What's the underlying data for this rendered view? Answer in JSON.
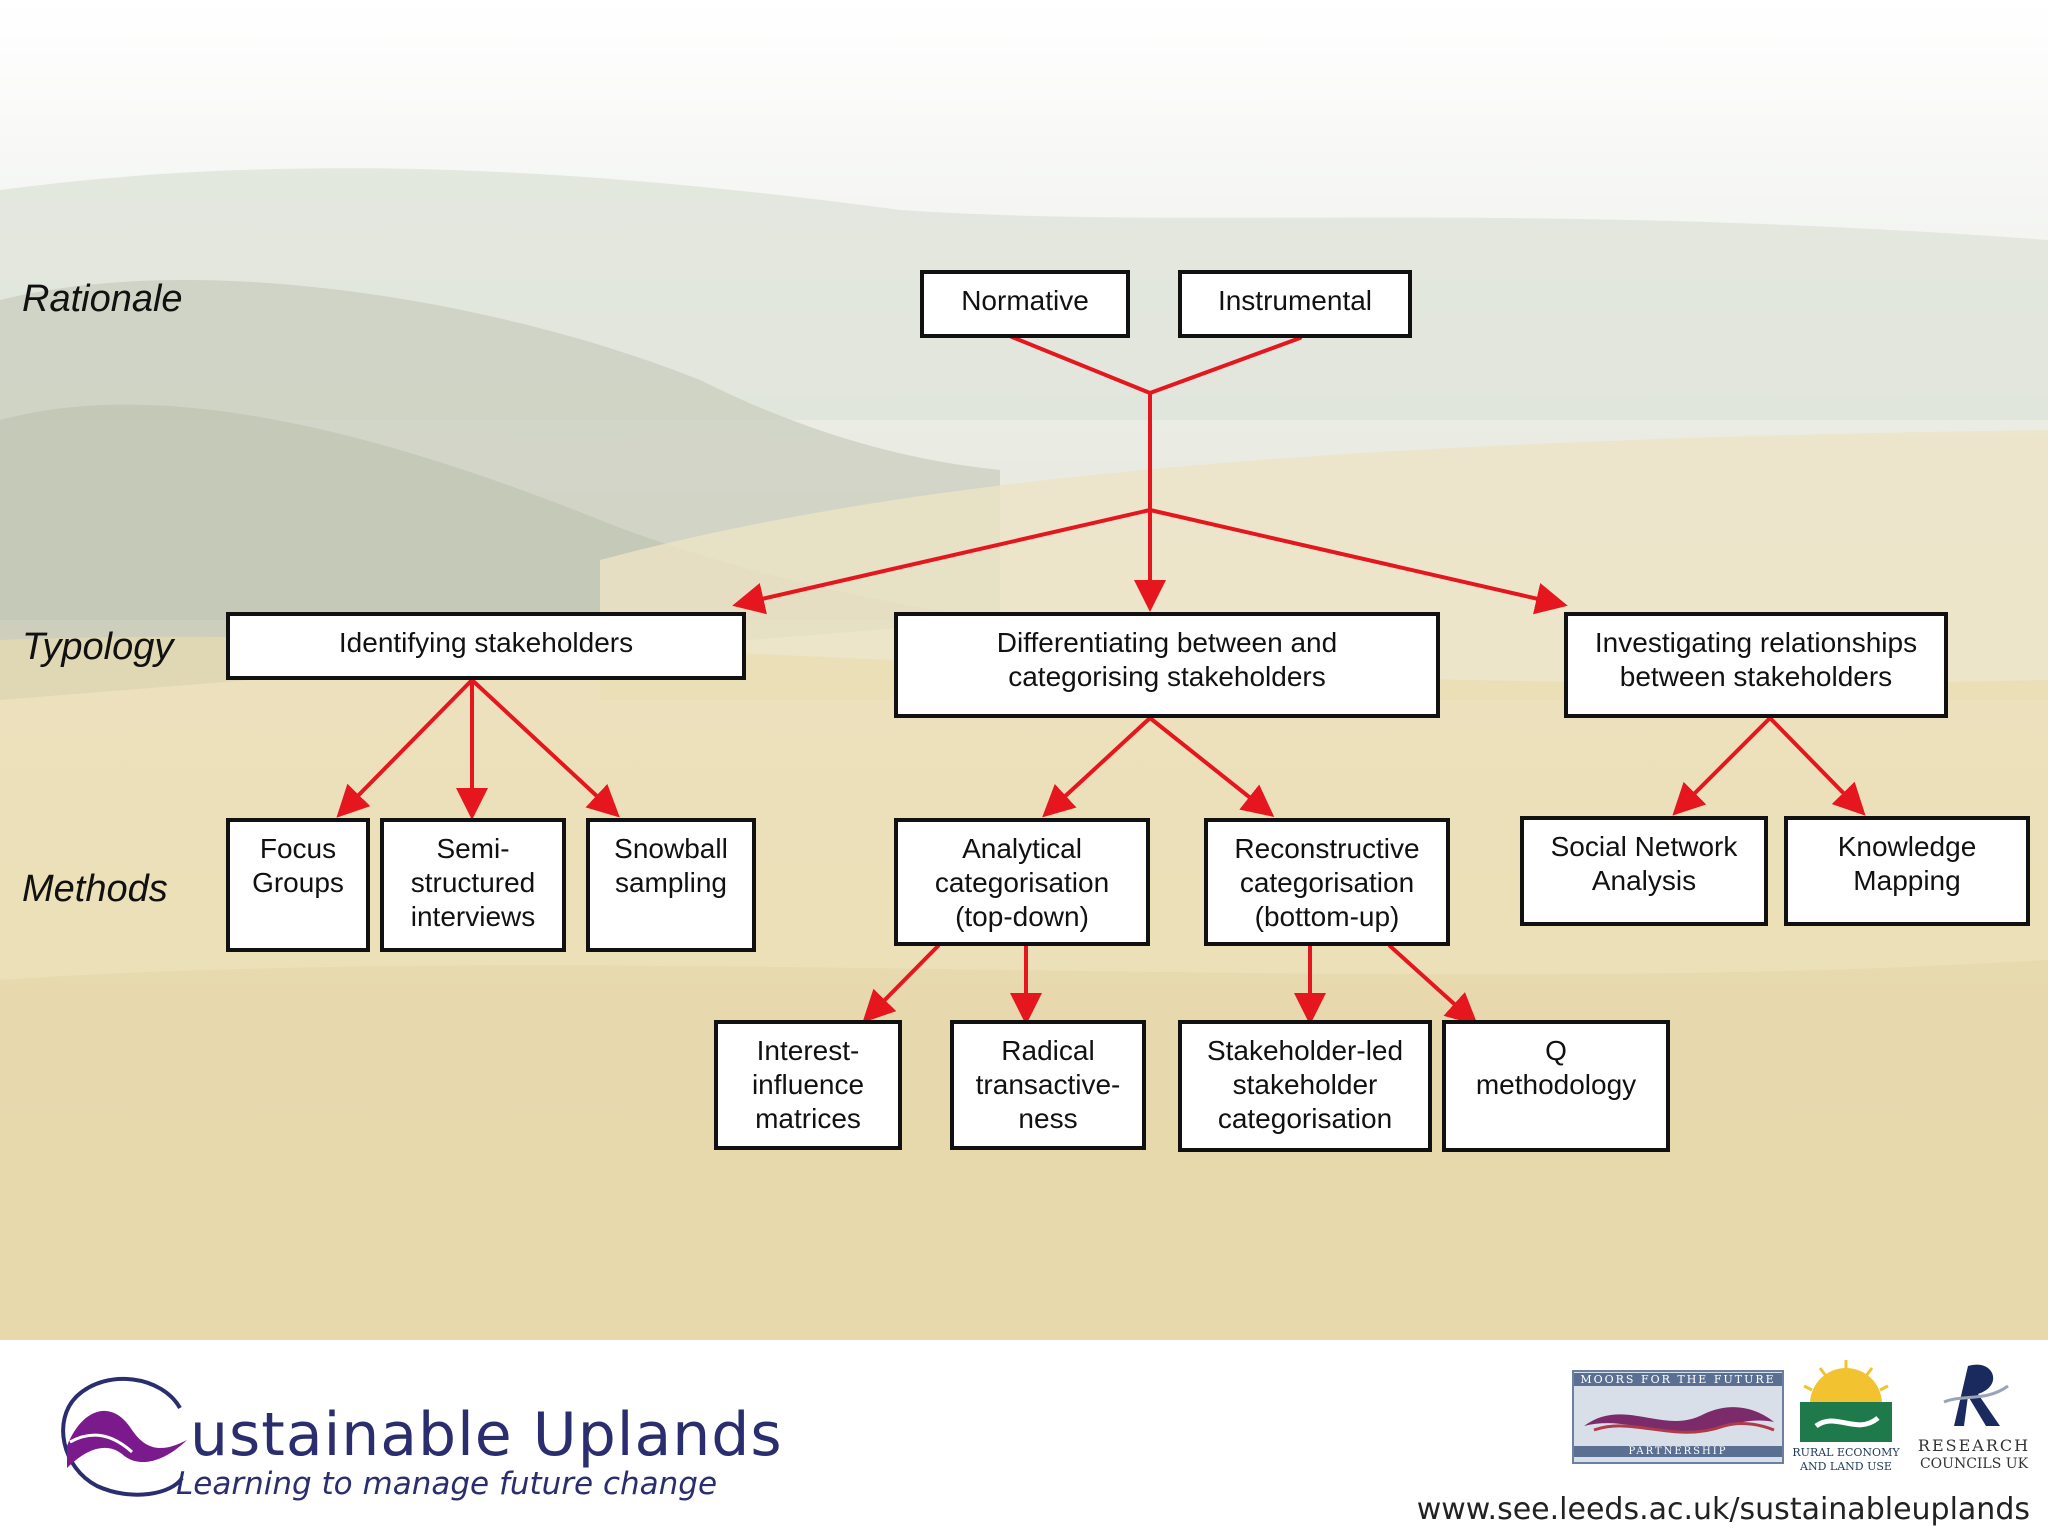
{
  "rows": {
    "rationale": "Rationale",
    "typology": "Typology",
    "methods": "Methods"
  },
  "nodes": {
    "normative": "Normative",
    "instrumental": "Instrumental",
    "identifying": "Identifying stakeholders",
    "differentiating": "Differentiating between and\ncategorising stakeholders",
    "investigating": "Investigating relationships\nbetween stakeholders",
    "focus_groups": "Focus\nGroups",
    "semi_structured": "Semi-\nstructured\ninterviews",
    "snowball": "Snowball\nsampling",
    "analytical": "Analytical\ncategorisation\n(top-down)",
    "reconstructive": "Reconstructive\ncategorisation\n(bottom-up)",
    "sna": "Social Network\nAnalysis",
    "knowledge_mapping": "Knowledge\nMapping",
    "interest_influence": "Interest-\ninfluence\nmatrices",
    "radical": "Radical\ntransactive-\nness",
    "stakeholder_led": "Stakeholder-led\nstakeholder\ncategorisation",
    "q_methodology": "Q\nmethodology"
  },
  "colors": {
    "arrow": "#e5161e",
    "box_border": "#111111",
    "brand": "#2a2e6e",
    "brand_accent": "#7b1a8c"
  },
  "footer": {
    "brand_title": "ustainable Uplands",
    "brand_subtitle": "Learning to manage future change",
    "url": "www.see.leeds.ac.uk/sustainableuplands",
    "logos": {
      "moors_top": "MOORS FOR THE FUTURE",
      "moors_bottom": "PARTNERSHIP",
      "relu_line1": "RURAL ECONOMY",
      "relu_line2": "AND LAND USE",
      "rcuk_line1": "RESEARCH",
      "rcuk_line2": "COUNCILS UK"
    }
  }
}
